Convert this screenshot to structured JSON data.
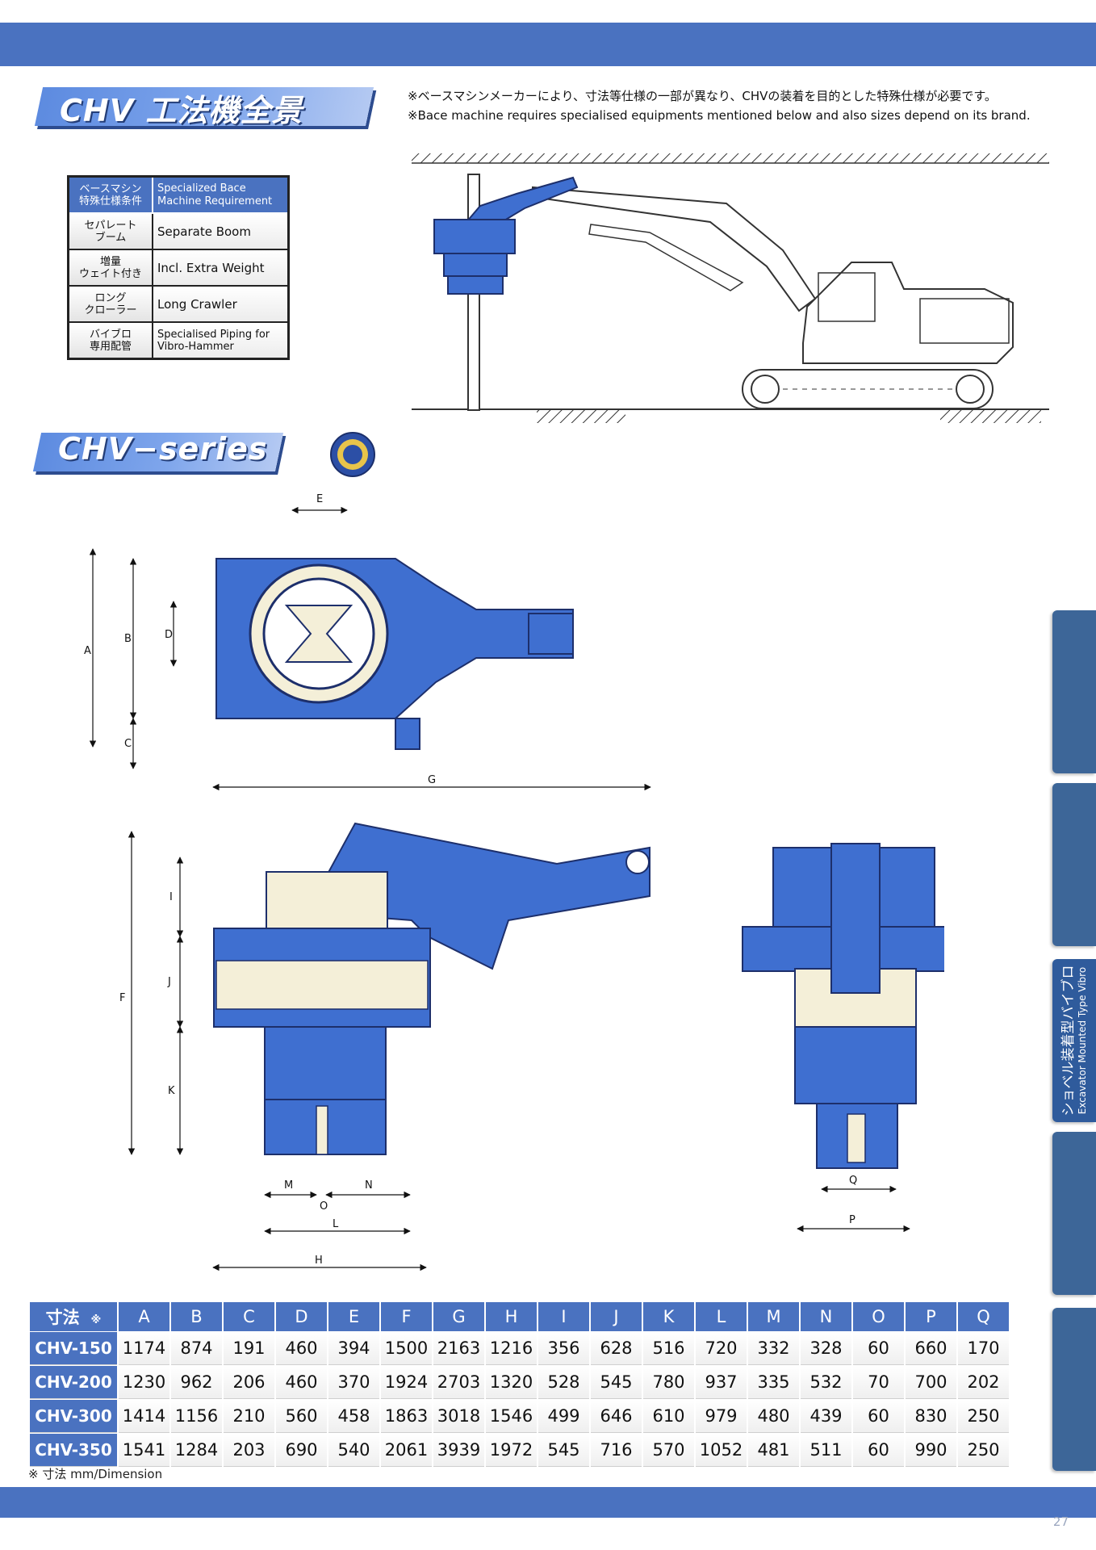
{
  "header": {
    "title": "CHV 工法機全景",
    "series_title": "CHV−series",
    "page_number": "27"
  },
  "notes": [
    "※ベースマシンメーカーにより、寸法等仕様の一部が異なり、CHVの装着を目的とした特殊仕様が必要です。",
    "※Bace machine requires specialised equipments mentioned below and also sizes depend on its brand."
  ],
  "spec_table": {
    "header": {
      "jp": "ベースマシン\n特殊仕様条件",
      "en": "Specialized Bace\nMachine Requirement"
    },
    "rows": [
      {
        "jp": "セパレート\nブーム",
        "en": "Separate Boom"
      },
      {
        "jp": "増量\nウェイト付き",
        "en": "Incl. Extra Weight"
      },
      {
        "jp": "ロング\nクローラー",
        "en": "Long Crawler"
      },
      {
        "jp": "バイブロ\n専用配管",
        "en": "Specialised Piping for\nVibro-Hammer"
      }
    ]
  },
  "drawing_labels": [
    "A",
    "B",
    "C",
    "D",
    "E",
    "F",
    "G",
    "H",
    "I",
    "J",
    "K",
    "L",
    "M",
    "N",
    "O",
    "P",
    "Q"
  ],
  "dimension_table": {
    "corner": "寸法",
    "corner_mark": "※",
    "columns": [
      "A",
      "B",
      "C",
      "D",
      "E",
      "F",
      "G",
      "H",
      "I",
      "J",
      "K",
      "L",
      "M",
      "N",
      "O",
      "P",
      "Q"
    ],
    "rows": [
      {
        "model": "CHV-150",
        "values": [
          "1174",
          "874",
          "191",
          "460",
          "394",
          "1500",
          "2163",
          "1216",
          "356",
          "628",
          "516",
          "720",
          "332",
          "328",
          "60",
          "660",
          "170"
        ]
      },
      {
        "model": "CHV-200",
        "values": [
          "1230",
          "962",
          "206",
          "460",
          "370",
          "1924",
          "2703",
          "1320",
          "528",
          "545",
          "780",
          "937",
          "335",
          "532",
          "70",
          "700",
          "202"
        ]
      },
      {
        "model": "CHV-300",
        "values": [
          "1414",
          "1156",
          "210",
          "560",
          "458",
          "1863",
          "3018",
          "1546",
          "499",
          "646",
          "610",
          "979",
          "480",
          "439",
          "60",
          "830",
          "250"
        ]
      },
      {
        "model": "CHV-350",
        "values": [
          "1541",
          "1284",
          "203",
          "690",
          "540",
          "2061",
          "3939",
          "1972",
          "545",
          "716",
          "570",
          "1052",
          "481",
          "511",
          "60",
          "990",
          "250"
        ]
      }
    ],
    "footnote": "※ 寸法 mm/Dimension"
  },
  "side_tab": {
    "jp": "ショベル装着型バイブロ",
    "en": "Excavator Mounted Type Vibro"
  },
  "colors": {
    "brand_blue": "#4a72c0",
    "machine_blue": "#3f6fd0",
    "cream": "#f4efd8"
  }
}
